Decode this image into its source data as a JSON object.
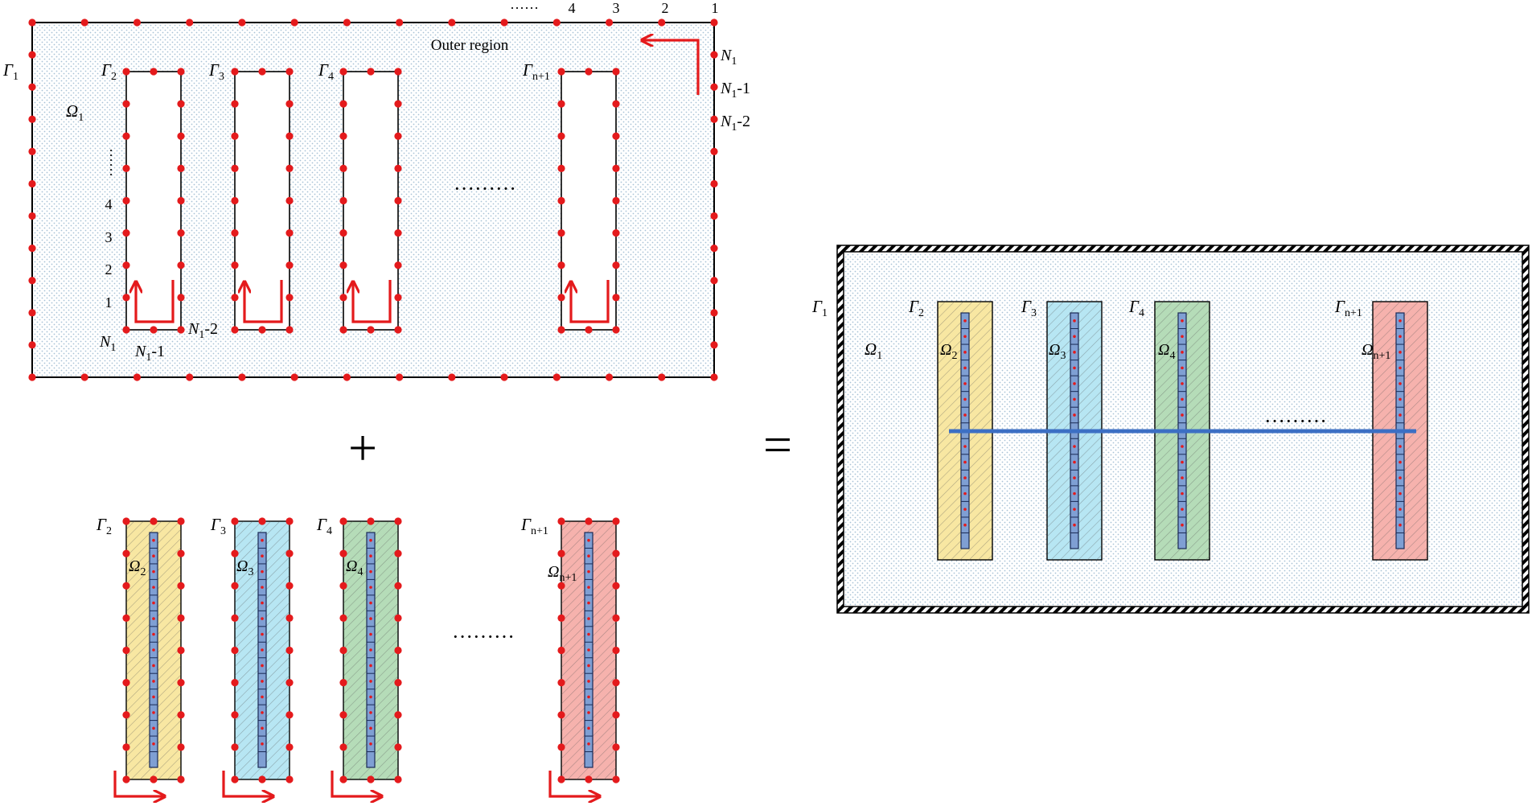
{
  "colors": {
    "node": "#e41a1c",
    "arrow": "#e41a1c",
    "stroke": "#000000",
    "dots": "#b7cfe0",
    "yellow": "#f8e7a2",
    "cyan": "#b7e6f3",
    "green": "#b5dcb8",
    "red": "#f6b2ad",
    "bar": "#7f9fd3",
    "blueline": "#3c6fc4"
  },
  "top": {
    "region_label": "Outer region",
    "gamma1": {
      "sym": "Γ",
      "sub": "1"
    },
    "omega1": {
      "sym": "Ω",
      "sub": "1"
    },
    "hole_labels": [
      {
        "sym": "Γ",
        "sub": "2"
      },
      {
        "sym": "Γ",
        "sub": "3"
      },
      {
        "sym": "Γ",
        "sub": "4"
      },
      {
        "sym": "Γ",
        "sub": "n+1"
      }
    ],
    "top_numbers": [
      "······",
      "4",
      "3",
      "2",
      "1"
    ],
    "right_labels": [
      {
        "sym": "N",
        "sub": "1",
        "suf": ""
      },
      {
        "sym": "N",
        "sub": "1",
        "suf": "-1"
      },
      {
        "sym": "N",
        "sub": "1",
        "suf": "-2"
      }
    ],
    "left_vertical_dots": "······",
    "left_numbers": [
      "4",
      "3",
      "2",
      "1"
    ],
    "bottom_labels": [
      {
        "sym": "N",
        "sub": "1",
        "suf": ""
      },
      {
        "sym": "N",
        "sub": "1",
        "suf": "-1"
      },
      {
        "sym": "N",
        "sub": "1",
        "suf": "-2"
      }
    ],
    "ellipsis": "·········"
  },
  "plus": "+",
  "equals": "=",
  "bottom": {
    "gamma_labels": [
      {
        "sym": "Γ",
        "sub": "2"
      },
      {
        "sym": "Γ",
        "sub": "3"
      },
      {
        "sym": "Γ",
        "sub": "4"
      },
      {
        "sym": "Γ",
        "sub": "n+1"
      }
    ],
    "omega_labels": [
      {
        "sym": "Ω",
        "sub": "2"
      },
      {
        "sym": "Ω",
        "sub": "3"
      },
      {
        "sym": "Ω",
        "sub": "4"
      },
      {
        "sym": "Ω",
        "sub": "n+1"
      }
    ],
    "ellipsis": "·········"
  },
  "right": {
    "gamma1": {
      "sym": "Γ",
      "sub": "1"
    },
    "omega1": {
      "sym": "Ω",
      "sub": "1"
    },
    "gamma_labels": [
      {
        "sym": "Γ",
        "sub": "2"
      },
      {
        "sym": "Γ",
        "sub": "3"
      },
      {
        "sym": "Γ",
        "sub": "4"
      },
      {
        "sym": "Γ",
        "sub": "n+1"
      }
    ],
    "omega_labels": [
      {
        "sym": "Ω",
        "sub": "2"
      },
      {
        "sym": "Ω",
        "sub": "3"
      },
      {
        "sym": "Ω",
        "sub": "4"
      },
      {
        "sym": "Ω",
        "sub": "n+1"
      }
    ],
    "ellipsis": "·········"
  }
}
